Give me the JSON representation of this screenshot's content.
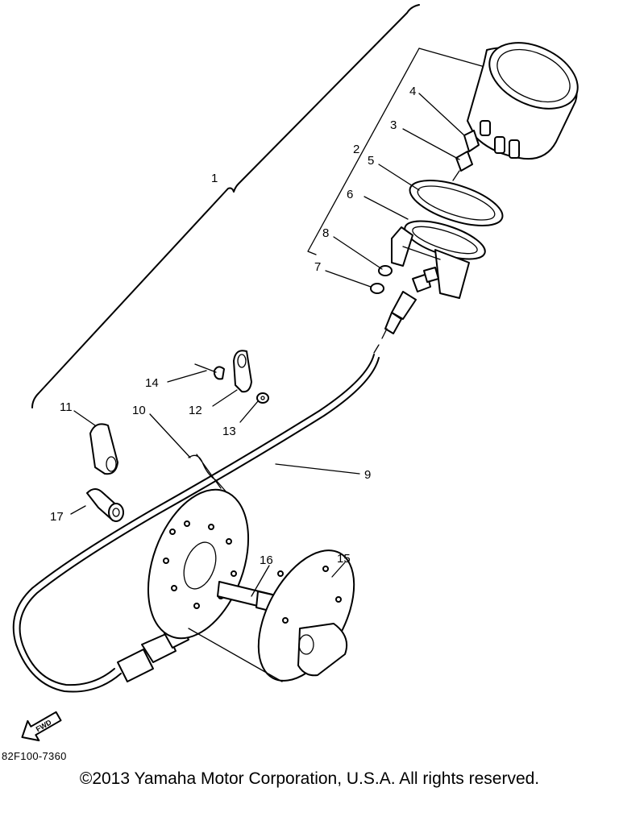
{
  "callouts": {
    "c1": "1",
    "c2": "2",
    "c3": "3",
    "c4": "4",
    "c5": "5",
    "c6": "6",
    "c7": "7",
    "c8": "8",
    "c9": "9",
    "c10": "10",
    "c11": "11",
    "c12": "12",
    "c13": "13",
    "c14": "14",
    "c15": "15",
    "c16": "16",
    "c17": "17"
  },
  "fwd_label": "FWD",
  "part_code": "82F100-7360",
  "copyright": "©2013 Yamaha Motor Corporation, U.S.A. All rights reserved."
}
